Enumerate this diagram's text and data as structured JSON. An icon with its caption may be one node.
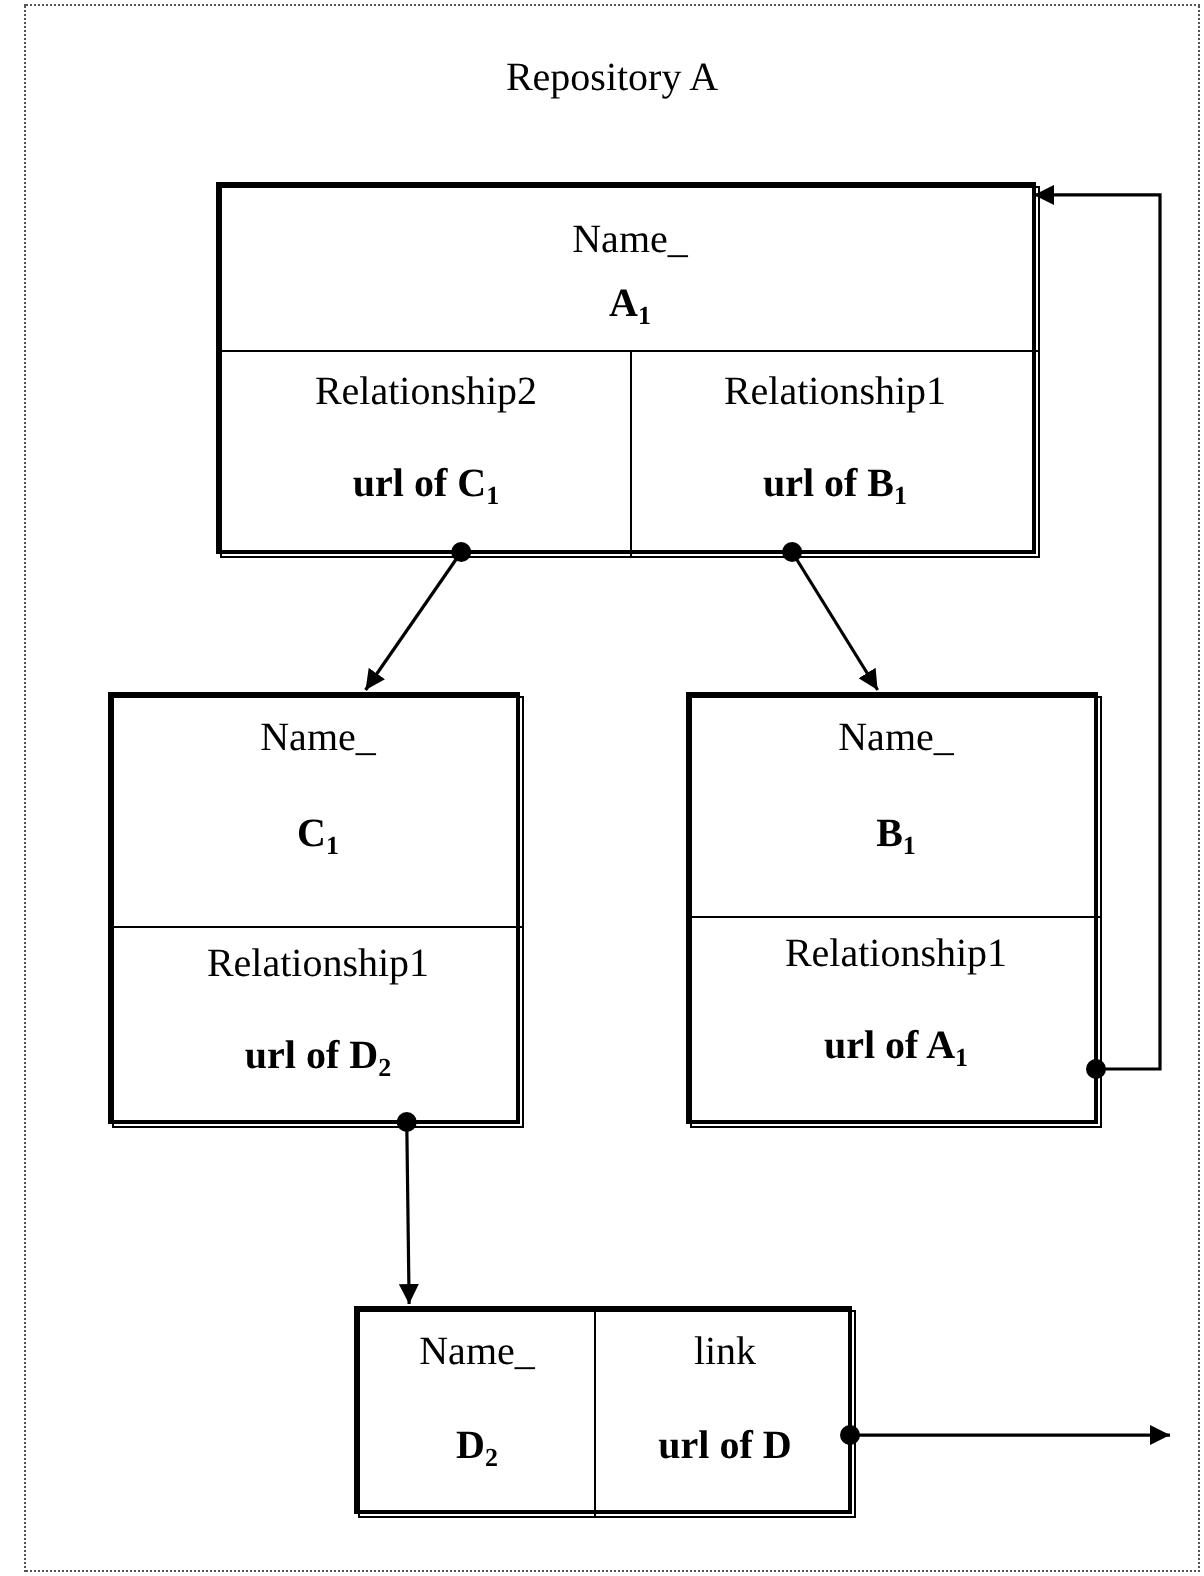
{
  "diagram": {
    "nodes": [
      {
        "text": [
          "Repository A"
        ]
      },
      {
        "text": [],
        "shape": "box",
        "in": 0
      },
      {
        "text": [
          "Name_",
          "A$_{1}$"
        ],
        "in": 1
      },
      {
        "text": [
          "Relationship2",
          "url of C$_{1}$"
        ],
        "in": 1
      },
      {
        "text": [
          "Relationship1",
          "url of B$_{1}$"
        ],
        "in": 1
      },
      {
        "text": [],
        "shape": "box",
        "in": 0
      },
      {
        "text": [
          "Name_",
          "C$_{1}$"
        ],
        "in": 5
      },
      {
        "text": [
          "Relationship1",
          "url of D$_{2}$"
        ],
        "in": 5
      },
      {
        "text": [],
        "shape": "box",
        "in": 0
      },
      {
        "text": [
          "Name_",
          "B$_{1}$"
        ],
        "in": 8
      },
      {
        "text": [
          "Relationship1",
          "url of A$_{1}$"
        ],
        "in": 8
      },
      {
        "text": [],
        "shape": "box",
        "in": 0
      },
      {
        "text": [
          "Name_",
          "D$_{2}$"
        ],
        "in": 11
      },
      {
        "text": [
          "link",
          "url of D"
        ],
        "in": 11
      }
    ],
    "edges": [
      {
        "from": 3,
        "to": 6,
        "arrow": "to"
      },
      {
        "from": 4,
        "to": 9,
        "arrow": "to"
      },
      {
        "from": 10,
        "to": 2,
        "arrow": "to"
      },
      {
        "from": 7,
        "to": 12,
        "arrow": "to"
      },
      {
        "from": 13,
        "to": null,
        "arrow": "to"
      }
    ]
  }
}
